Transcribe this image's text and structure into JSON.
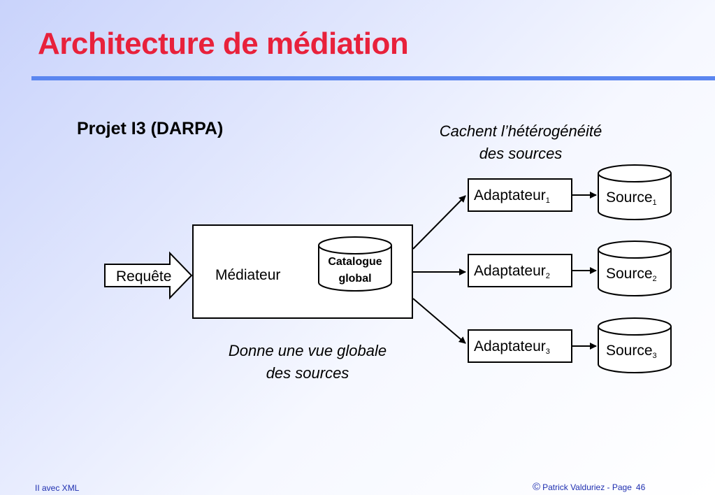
{
  "slide": {
    "title": "Architecture de médiation",
    "subtitle": "Projet I3 (DARPA)",
    "note_top": [
      "Cachent l’hétérogénéité",
      "des sources"
    ],
    "note_bottom": [
      "Donne une vue globale",
      "des sources"
    ]
  },
  "diagram": {
    "request_label": "Requête",
    "mediator_label": "Médiateur",
    "catalog_label": [
      "Catalogue",
      "global"
    ],
    "adapters": [
      {
        "label": "Adaptateur",
        "index": "1"
      },
      {
        "label": "Adaptateur",
        "index": "2"
      },
      {
        "label": "Adaptateur",
        "index": "3"
      }
    ],
    "sources": [
      {
        "label": "Source",
        "index": "1"
      },
      {
        "label": "Source",
        "index": "2"
      },
      {
        "label": "Source",
        "index": "3"
      }
    ]
  },
  "footer": {
    "left": "II avec XML",
    "copyright_symbol": "©",
    "author": "Patrick Valduriez - Page",
    "page_number": "46"
  },
  "colors": {
    "title": "#e8213b",
    "rule": "#5b86f0",
    "footer_text": "#1f2fb0"
  }
}
